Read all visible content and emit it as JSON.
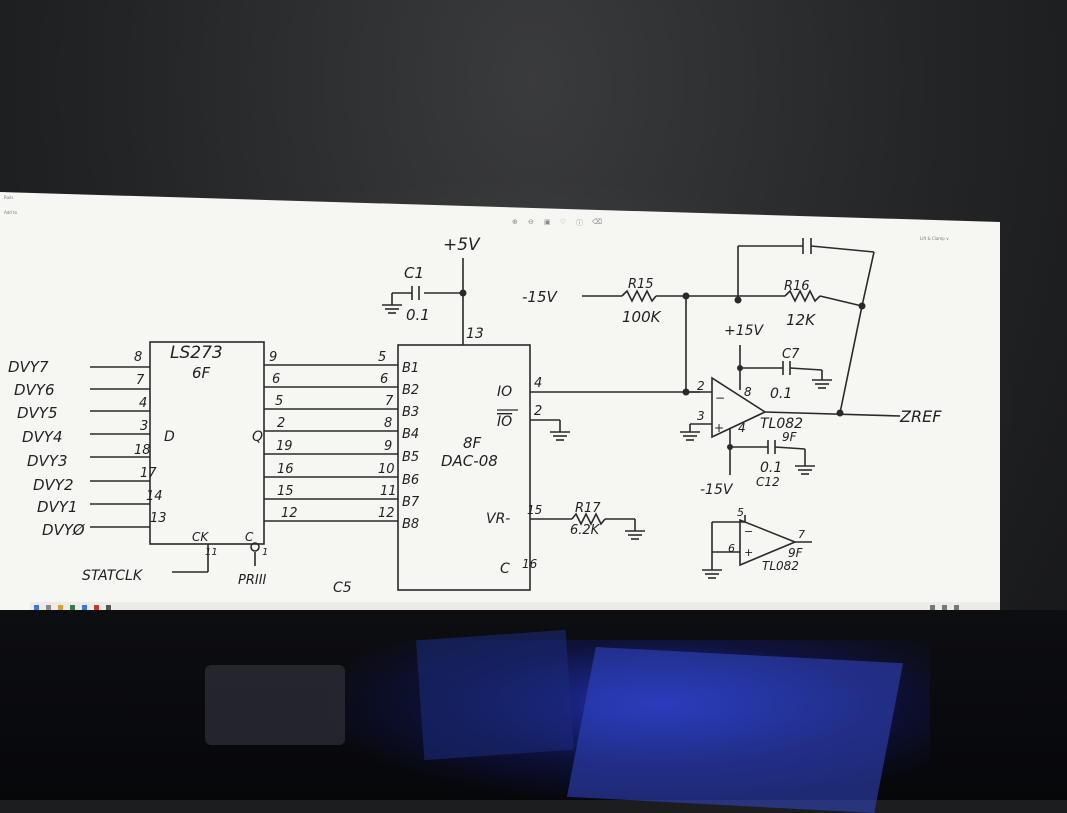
{
  "viewer": {
    "left_text": "Rails",
    "sub_text": "Add to",
    "right_text": "Lift & Clamp ∨"
  },
  "schematic": {
    "supply_pos": "+5V",
    "c1": {
      "name": "C1",
      "value": "0.1"
    },
    "latch": {
      "name": "LS273",
      "loc": "6F",
      "inputs": [
        {
          "signal": "DVY7",
          "pin": "8"
        },
        {
          "signal": "DVY6",
          "pin": "7"
        },
        {
          "signal": "DVY5",
          "pin": "4"
        },
        {
          "signal": "DVY4",
          "pin": "3"
        },
        {
          "signal": "DVY3",
          "pin": "18"
        },
        {
          "signal": "DVY2",
          "pin": "17"
        },
        {
          "signal": "DVY1",
          "pin": "14"
        },
        {
          "signal": "DVYØ",
          "pin": "13"
        }
      ],
      "outputs": [
        "9",
        "6",
        "5",
        "2",
        "19",
        "16",
        "15",
        "12"
      ],
      "d_label": "D",
      "q_label": "Q",
      "ck_label": "CK",
      "c_label": "C",
      "ck_pin": "11",
      "c_pin": "1",
      "clock_signal": "STATCLK",
      "reset_signal": "PRIII"
    },
    "dac": {
      "name": "DAC-08",
      "loc": "8F",
      "vcc_pin": "13",
      "bits": [
        {
          "pin": "5",
          "label": "B1"
        },
        {
          "pin": "6",
          "label": "B2"
        },
        {
          "pin": "7",
          "label": "B3"
        },
        {
          "pin": "8",
          "label": "B4"
        },
        {
          "pin": "9",
          "label": "B5"
        },
        {
          "pin": "10",
          "label": "B6"
        },
        {
          "pin": "11",
          "label": "B7"
        },
        {
          "pin": "12",
          "label": "B8"
        }
      ],
      "io_label": "IO",
      "io_pin": "4",
      "iobar_label": "IO",
      "iobar_pin": "2",
      "vr_label": "VR-",
      "vr_pin": "15",
      "c_label": "C",
      "c_pin": "16"
    },
    "sheet_ref": "C5",
    "neg_supply": "-15V",
    "r15": {
      "name": "R15",
      "value": "100K"
    },
    "r16": {
      "name": "R16",
      "value": "12K"
    },
    "r17": {
      "name": "R17",
      "value": "6.2K"
    },
    "opamp": {
      "name": "TL082",
      "loc": "9F",
      "pos_supply": "+15V",
      "neg_supply": "-15V",
      "pin_inv": "2",
      "pin_noninv": "3",
      "pin_vcc": "8",
      "pin_vee": "4",
      "minus": "−",
      "plus": "+"
    },
    "c7": {
      "name": "C7",
      "value": "0.1"
    },
    "c12": {
      "name": "C12",
      "value": "0.1"
    },
    "output_signal": "ZREF",
    "opamp2": {
      "name": "TL082",
      "loc": "9F",
      "pin_out": "7",
      "pin_5": "5",
      "pin_6": "6",
      "minus": "−",
      "plus": "+"
    }
  }
}
